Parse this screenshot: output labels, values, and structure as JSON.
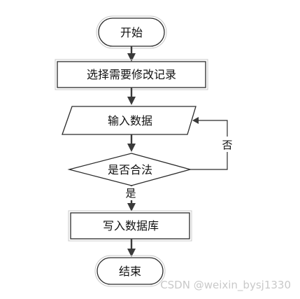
{
  "flowchart": {
    "nodes": {
      "start": {
        "label": "开始"
      },
      "select_record": {
        "label": "选择需要修改记录"
      },
      "input_data": {
        "label": "输入数据"
      },
      "is_legal": {
        "label": "是否合法"
      },
      "write_data": {
        "label": "写入数据库"
      },
      "end": {
        "label": "结束"
      }
    },
    "edges": {
      "yes_label": "是",
      "no_label": "否"
    }
  },
  "watermark": "CSDN @weixin_bysj1330"
}
